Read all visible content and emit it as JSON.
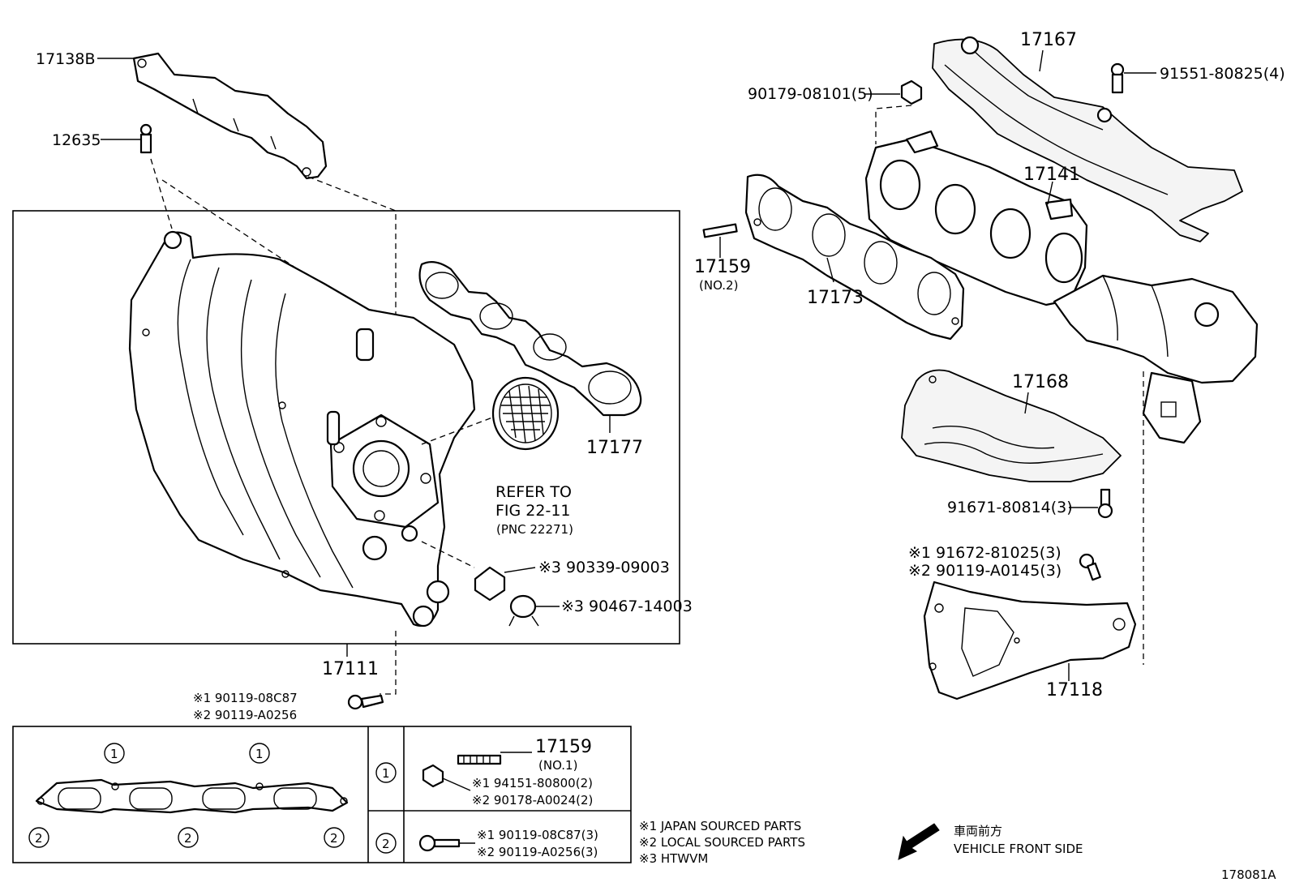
{
  "diagram": {
    "figure_code": "178081A",
    "main_parts": {
      "p17138B": "17138B",
      "p12635": "12635",
      "p17111": "17111",
      "p17177": "17177",
      "p17167": "17167",
      "p17141": "17141",
      "p17173": "17173",
      "p17159": "17159",
      "p17159_note": "(NO.2)",
      "p17168": "17168",
      "p17118": "17118"
    },
    "refer": {
      "line1": "REFER TO",
      "line2": "FIG 22-11",
      "line3": "(PNC 22271)"
    },
    "fasteners": {
      "f90179": "90179-08101(5)",
      "f91551": "91551-80825(4)",
      "f91671": "91671-80814(3)",
      "f91672": "※1 91672-81025(3)",
      "f90119_a0145": "※2 90119-A0145(3)",
      "f90339": "※3 90339-09003",
      "f90467": "※3 90467-14003",
      "f90119_08c87": "※1 90119-08C87",
      "f90119_a0256": "※2 90119-A0256"
    },
    "inset": {
      "circle1": "1",
      "circle2": "2",
      "row1_part": "17159",
      "row1_note": "(NO.1)",
      "row1_f1": "※1 94151-80800(2)",
      "row1_f2": "※2 90178-A0024(2)",
      "row2_f1": "※1 90119-08C87(3)",
      "row2_f2": "※2 90119-A0256(3)"
    },
    "legend": {
      "l1": "※1 JAPAN SOURCED PARTS",
      "l2": "※2 LOCAL SOURCED PARTS",
      "l3": "※3 HTWVM"
    },
    "direction": {
      "jp": "車両前方",
      "en": "VEHICLE FRONT SIDE"
    }
  }
}
